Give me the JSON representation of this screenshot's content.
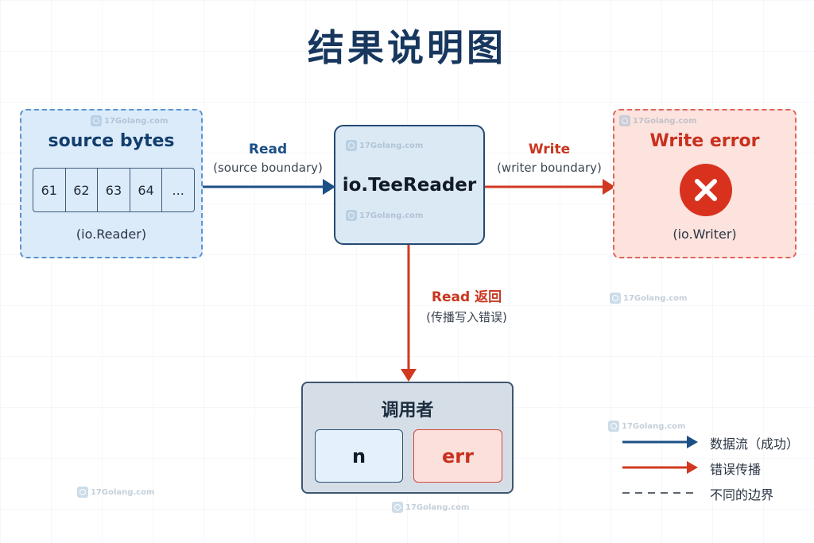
{
  "title": "结果说明图",
  "source": {
    "title": "source bytes",
    "bytes": [
      "61",
      "62",
      "63",
      "64",
      "..."
    ],
    "subtitle": "(io.Reader)"
  },
  "tee": {
    "label": "io.TeeReader"
  },
  "writer": {
    "title": "Write error",
    "subtitle": "(io.Writer)",
    "icon": "error-x-icon"
  },
  "caller": {
    "title": "调用者",
    "n": "n",
    "err": "err"
  },
  "edges": {
    "read": {
      "label": "Read",
      "sub": "(source boundary)"
    },
    "write": {
      "label": "Write",
      "sub": "(writer boundary)"
    },
    "read_return": {
      "label": "Read 返回",
      "sub": "(传播写入错误)"
    }
  },
  "legend": {
    "success": "数据流（成功）",
    "error": "错误传播",
    "boundary": "不同的边界"
  },
  "watermark": "17Golang.com",
  "colors": {
    "blue": "#1b4f86",
    "red": "#d0391f",
    "boundary_gray": "#5e6670"
  }
}
